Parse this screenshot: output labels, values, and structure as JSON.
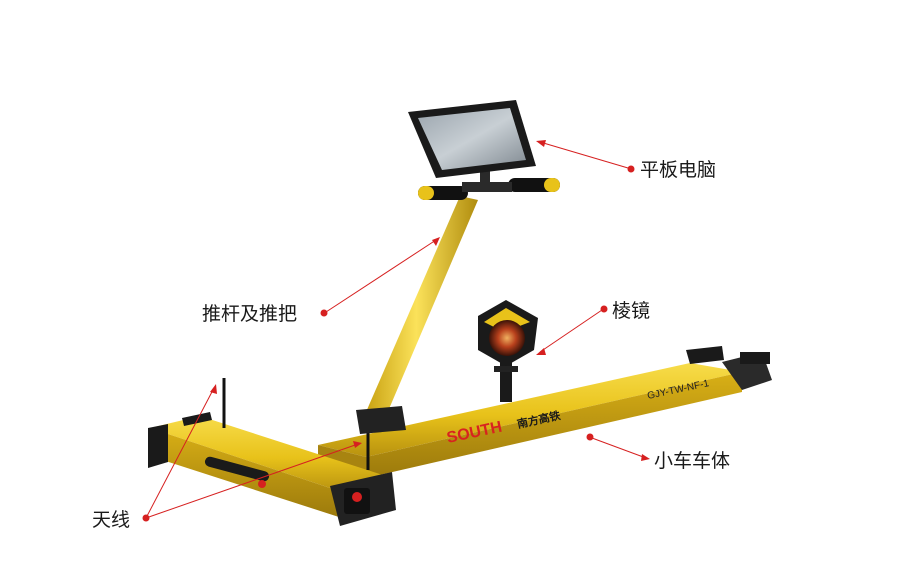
{
  "labels": {
    "tablet": "平板电脑",
    "push_rod": "推杆及推把",
    "prism": "棱镜",
    "cart_body": "小车车体",
    "antenna": "天线"
  },
  "product": {
    "brand": "SOUTH",
    "brand_cn": "南方高铁",
    "model": "GJY-TW-NF-1"
  },
  "colors": {
    "frame_yellow": "#e8c21a",
    "frame_dark": "#a88410",
    "black": "#1a1a1a",
    "callout_red": "#d62020",
    "brand_red": "#d8231f"
  }
}
